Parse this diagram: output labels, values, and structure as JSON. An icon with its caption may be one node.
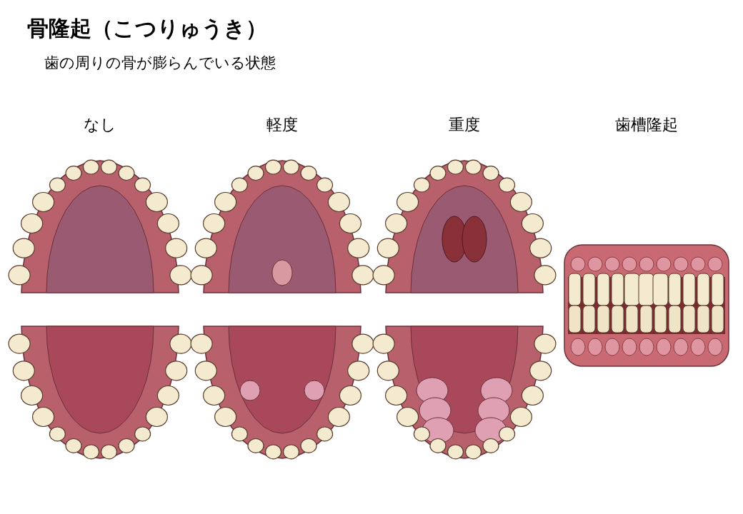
{
  "diagram": {
    "title": "骨隆起（こつりゅうき）",
    "labels": [
      "歯の周りの骨が膨らんでいる状態",
      "なし",
      "軽度",
      "重度",
      "歯槽隆起"
    ]
  }
}
